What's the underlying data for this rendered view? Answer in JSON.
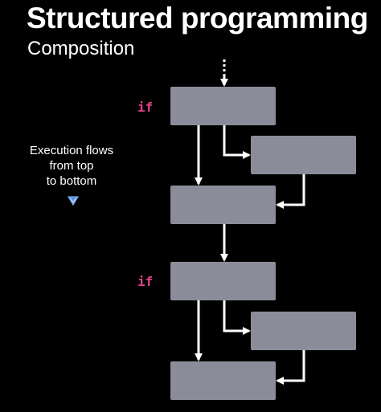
{
  "title": "Structured programming",
  "subtitle": "Composition",
  "keywords": [
    "if",
    "if"
  ],
  "note": {
    "lines": [
      "Execution flows",
      "from top",
      "to bottom"
    ],
    "icon": "down-triangle-icon"
  },
  "colors": {
    "background": "#000000",
    "block": "#8a8d99",
    "keyword": "#e0408a",
    "arrow": "#ffffff",
    "note_icon": "#4a8ee8"
  }
}
